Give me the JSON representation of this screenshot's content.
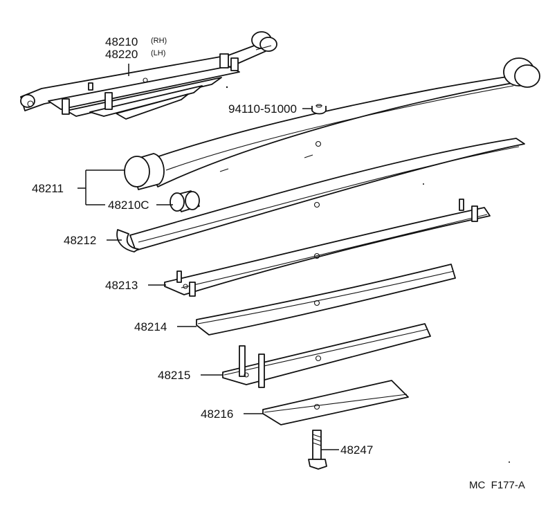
{
  "labels": {
    "assembly_rh": "48210",
    "assembly_rh_suffix": "(RH)",
    "assembly_lh": "48220",
    "assembly_lh_suffix": "(LH)",
    "nut": "94110-51000",
    "leaf_1": "48211",
    "bushing": "48210C",
    "leaf_2": "48212",
    "leaf_3": "48213",
    "leaf_4": "48214",
    "leaf_5": "48215",
    "leaf_6": "48216",
    "bolt": "48247"
  },
  "diagram_code": "MC  F177-A"
}
